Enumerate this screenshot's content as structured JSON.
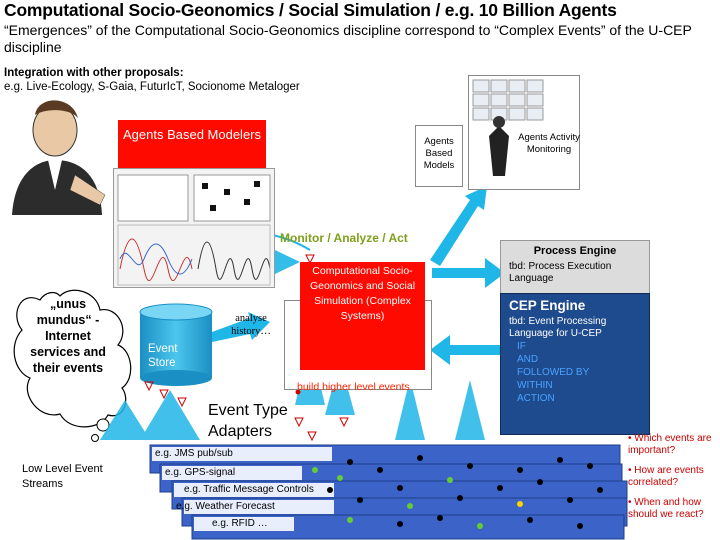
{
  "header": {
    "title": "Computational Socio-Geonomics / Social Simulation / e.g. 10 Billion Agents",
    "subtitle": "“Emergences” of the Computational Socio-Geonomics discipline correspond to “Complex  Events” of the U-CEP discipline",
    "integration_label": "Integration with other proposals:",
    "integration_items": "e.g. Live-Ecology, S-Gaia, FuturIcT, Socionome Metaloger"
  },
  "diagram": {
    "agents_based_modelers": "Agents Based Modelers",
    "monitor_label": "Monitor / Analyze / Act",
    "agents_based_models": "Agents Based Models",
    "agents_activity_monitoring": "Agents Activity Monitoring",
    "process_engine": {
      "title": "Process Engine",
      "desc": "tbd: Process Execution Language"
    },
    "cep_engine": {
      "title": "CEP Engine",
      "desc": "tbd: Event Processing Language for U-CEP",
      "keywords": [
        "IF",
        "AND",
        "FOLLOWED BY",
        "WITHIN",
        "ACTION"
      ]
    },
    "simulation": "Computational Socio-Geonomics and Social Simulation (Complex Systems)",
    "build_events": "build higher level events",
    "analyse_history": "analyse history…",
    "event_store": "Event Store",
    "unus_mundus": "„unus mundus“ - Internet services and their events",
    "low_level_streams": "Low Level Event Streams",
    "event_type_adapters": "Event Type Adapters",
    "streams": [
      "e.g. JMS pub/sub",
      "e.g. GPS-signal",
      "e.g. Traffic Message Controls",
      "e.g. Weather Forecast",
      "e.g. RFID …"
    ],
    "questions": [
      "• Which events are important?",
      "• How are events correlated?",
      "• When and how should we react?"
    ]
  },
  "colors": {
    "red": "#ff0a00",
    "blue": "#1e4a8e",
    "cyan": "#1fb6e8",
    "green": "#7fa01c"
  }
}
